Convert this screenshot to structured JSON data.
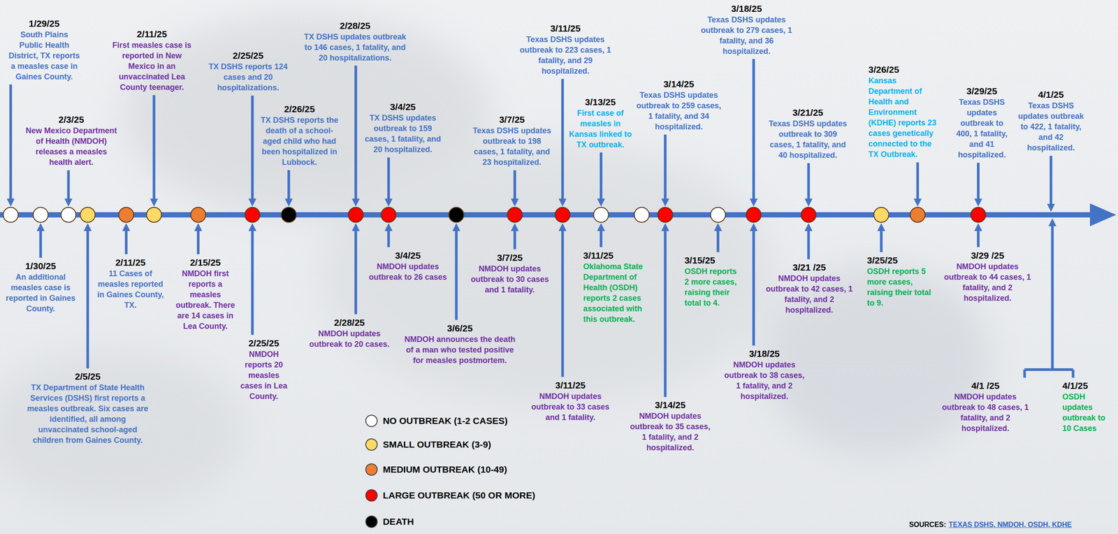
{
  "diagram": {
    "labels": [
      "1/29/25",
      "South Plains Public Health District, TX reports a measles case in Gaines County.",
      "2/3/25",
      "New Mexico Department of Health (NMDOH) releases a measles health alert.",
      "2/11/25",
      "First measles case is reported in New Mexico in an unvaccinated Lea County teenager.",
      "2/25/25",
      "TX DSHS reports 124 cases and 20 hospitalizations.",
      "2/26/25",
      "TX DSHS reports the death of a school-aged child who had been hospitalized in Lubbock.",
      "2/28/25",
      "TX DSHS updates outbreak to 146 cases, 1 fatality, and 20 hospitalizations.",
      "3/4/25",
      "TX DSHS updates outbreak to 159 cases, 1 fatality, and 20 hospitalized.",
      "3/7/25",
      "Texas DSHS updates outbreak to 198 cases, 1 fatality, and 23 hospitalized.",
      "3/11/25",
      "Texas DSHS updates outbreak to 223 cases, 1 fatality, and 29 hospitalized.",
      "3/13/25",
      "First case of measles in Kansas linked to TX outbreak.",
      "3/14/25",
      "Texas DSHS updates outbreak to 259 cases, 1 fatality, and 34 hospitalized.",
      "3/18/25",
      "Texas DSHS updates outbreak to 279 cases, 1 fatality, and 36 hospitalized.",
      "3/21/25",
      "Texas DSHS updates outbreak to 309 cases, 1 fatality, and 40 hospitalized.",
      "3/26/25",
      "Kansas Department of Health and Environment (KDHE) reports 23 cases genetically connected to the TX Outbreak.",
      "3/29/25",
      "Texas DSHS updates outbreak to 400, 1 fatality, and 41 hospitalized.",
      "4/1/25",
      "Texas DSHS updates outbreak to 422, 1 fatality, and 42 hospitalized.",
      "1/30/25",
      "An additional measles case is reported in Gaines County.",
      "2/11/25",
      "11 Cases of measles reported in Gaines County, TX.",
      "2/5/25",
      "TX Department of State Health Services (DSHS) first reports a measles outbreak. Six cases are identified, all among unvaccinated school-aged children from Gaines County.",
      "2/15/25",
      "NMDOH first reports a measles outbreak. There are 14 cases in Lea County.",
      "2/25/25",
      "NMDOH reports 20 measles cases in Lea County.",
      "2/28/25",
      "NMDOH updates outbreak to 20 cases.",
      "3/4/25",
      "NMDOH updates outbreak to 26 cases",
      "3/6/25",
      "NMDOH announces the death of a man who tested positive for measles postmortem.",
      "3/7/25",
      "NMDOH updates outbreak to 30 cases and 1 fatality.",
      "3/11/25",
      "NMDOH updates outbreak to 33 cases and 1 fatality.",
      "3/11/25",
      "Oklahoma State Department of Health (OSDH) reports 2 cases associated with this outbreak.",
      "3/14/25",
      "NMDOH updates outbreak to 35 cases, 1 fatality, and 2 hospitalized.",
      "3/15/25",
      "OSDH reports 2 more cases, raising their total to 4.",
      "3/18/25",
      "NMDOH updates outbreak to 38 cases, 1 fatality, and 2 hospitalized.",
      "3/21 /25",
      "NMDOH updates outbreak to 42 cases, 1 fatality, and 2 hospitalized.",
      "3/25/25",
      "OSDH reports 5 more cases, raising their total to 9.",
      "3/29 /25",
      "NMDOH updates outbreak to 44 cases, 1 fatality, and 2 hospitalized.",
      "4/1 /25",
      "NMDOH updates outbreak to 48 cases, 1 fatality, and 2 hospitalized.",
      "4/1/25",
      "OSDH updates outbreak to 10 Cases",
      "SOURCES:",
      "TEXAS DSHS, NMDOH, OSDH, KDHE"
    ],
    "legend": [
      {
        "text": "NO OUTBREAK (1-2 CASES)",
        "color": "#FFFFFF"
      },
      {
        "text": "SMALL OUTBREAK (3-9)",
        "color": "#FFD966"
      },
      {
        "text": "MEDIUM OUTBREAK (10-49)",
        "color": "#ED7D31"
      },
      {
        "text": "LARGE OUTBREAK (50 OR MORE)",
        "color": "#FF0000"
      },
      {
        "text": "DEATH",
        "color": "#000000"
      }
    ]
  }
}
